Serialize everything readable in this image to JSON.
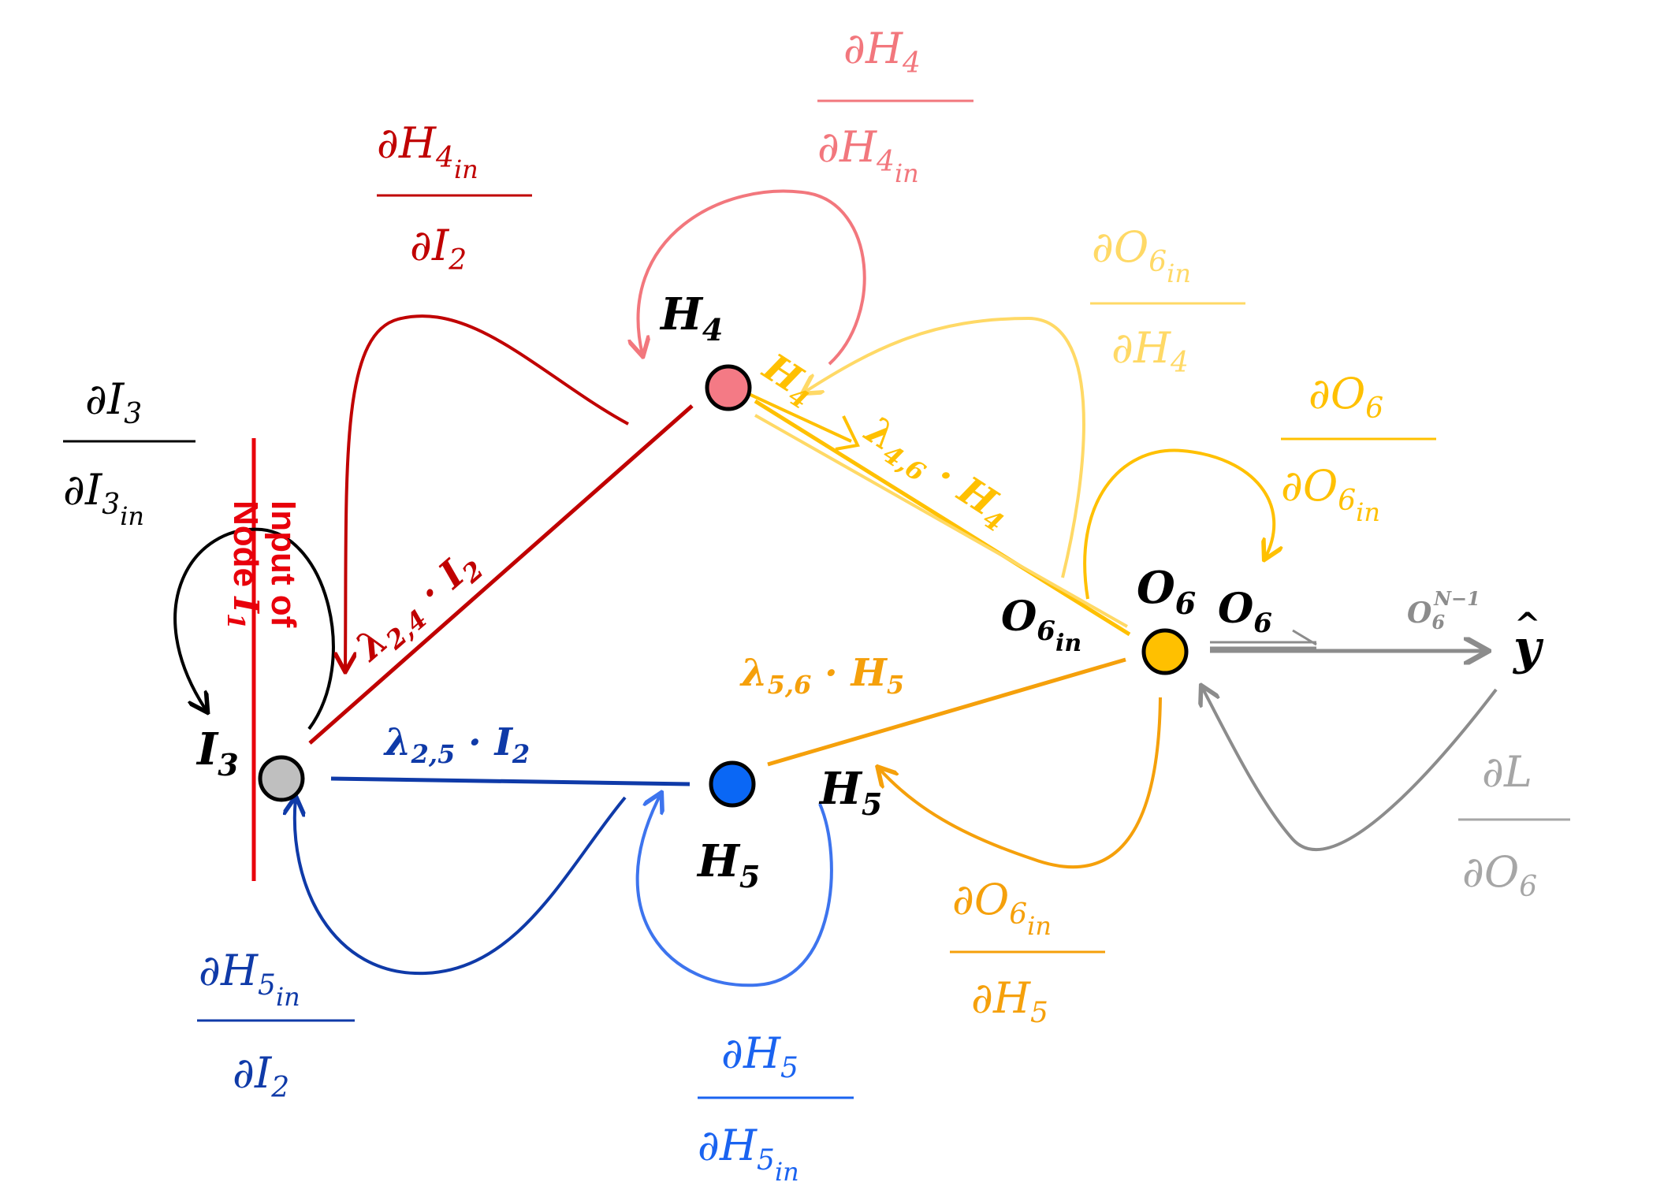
{
  "colors": {
    "black": "#000000",
    "input_red": "#e8000b",
    "dark_red": "#c00000",
    "pink": "#f2777d",
    "light_yellow": "#ffd966",
    "gold": "#ffc000",
    "orange": "#f5a00b",
    "dark_blue": "#0f3aa8",
    "blue": "#1a63f0",
    "light_blue": "#3d74ee",
    "gray": "#8c8c8c",
    "node_gray": "#bfbfbf",
    "node_pink": "#f47a85",
    "node_blue": "#0a67f5",
    "node_gold": "#ffc000"
  },
  "input_label": {
    "line1": "Input of",
    "line2_prefix": "Node ",
    "line2_var": "I",
    "line2_sub": "1"
  },
  "nodes": {
    "i3": {
      "main": "I",
      "sub": "3"
    },
    "h4": {
      "main": "H",
      "sub": "4"
    },
    "h5": {
      "main": "H",
      "sub": "5"
    },
    "h5_right": {
      "main": "H",
      "sub": "5"
    },
    "o6_in": {
      "main": "O",
      "sub": "6",
      "subsub": "in"
    },
    "o6": {
      "main": "O",
      "sub": "6"
    },
    "o6_out": {
      "main": "O",
      "sub": "6"
    },
    "y_hat": {
      "main": "y",
      "hat": "^"
    }
  },
  "edge_labels": {
    "w24": {
      "lambda": "λ",
      "sub": "2,4",
      "dot": " · ",
      "var": "I",
      "var_sub": "2"
    },
    "w25": {
      "lambda": "λ",
      "sub": "2,5",
      "dot": " · ",
      "var": "I",
      "var_sub": "2"
    },
    "w46": {
      "lambda": "λ",
      "sub": "4,6",
      "dot": " · ",
      "var": "H",
      "var_sub": "4"
    },
    "w56": {
      "lambda": "λ",
      "sub": "5,6",
      "dot": " · ",
      "var": "H",
      "var_sub": "5"
    },
    "h4_out": {
      "main": "H",
      "sub": "4"
    },
    "o6_power": {
      "main": "O",
      "sub": "6",
      "sup": "N−1"
    }
  },
  "derivatives": {
    "dI3": {
      "num_d": "∂",
      "num": "I",
      "num_sub": "3",
      "den_d": "∂",
      "den": "I",
      "den_sub": "3",
      "den_subsub": "in"
    },
    "dH4in": {
      "num_d": "∂",
      "num": "H",
      "num_sub": "4",
      "num_subsub": "in",
      "den_d": "∂",
      "den": "I",
      "den_sub": "2"
    },
    "dH4": {
      "num_d": "∂",
      "num": "H",
      "num_sub": "4",
      "den_d": "∂",
      "den": "H",
      "den_sub": "4",
      "den_subsub": "in"
    },
    "dO6in_H4": {
      "num_d": "∂",
      "num": "O",
      "num_sub": "6",
      "num_subsub": "in",
      "den_d": "∂",
      "den": "H",
      "den_sub": "4"
    },
    "dO6": {
      "num_d": "∂",
      "num": "O",
      "num_sub": "6",
      "den_d": "∂",
      "den": "O",
      "den_sub": "6",
      "den_subsub": "in"
    },
    "dL": {
      "num_d": "∂",
      "num": "L",
      "den_d": "∂",
      "den": "O",
      "den_sub": "6"
    },
    "dO6in_H5": {
      "num_d": "∂",
      "num": "O",
      "num_sub": "6",
      "num_subsub": "in",
      "den_d": "∂",
      "den": "H",
      "den_sub": "5"
    },
    "dH5": {
      "num_d": "∂",
      "num": "H",
      "num_sub": "5",
      "den_d": "∂",
      "den": "H",
      "den_sub": "5",
      "den_subsub": "in"
    },
    "dH5in": {
      "num_d": "∂",
      "num": "H",
      "num_sub": "5",
      "num_subsub": "in",
      "den_d": "∂",
      "den": "I",
      "den_sub": "2"
    }
  }
}
